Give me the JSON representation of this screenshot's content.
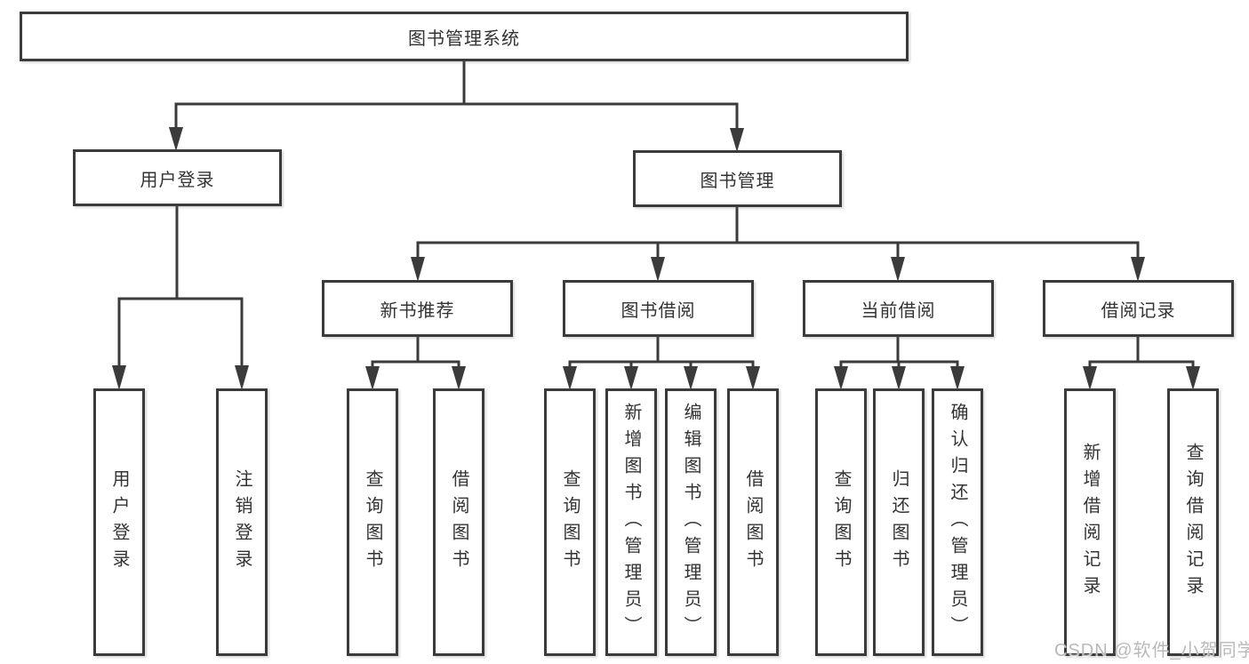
{
  "diagram": {
    "root": {
      "label": "图书管理系统"
    },
    "tree": [
      {
        "label": "用户登录",
        "children": [
          {
            "label": "用户登录"
          },
          {
            "label": "注销登录"
          }
        ]
      },
      {
        "label": "图书管理",
        "children": [
          {
            "label": "新书推荐",
            "children": [
              {
                "label": "查询图书"
              },
              {
                "label": "借阅图书"
              }
            ]
          },
          {
            "label": "图书借阅",
            "children": [
              {
                "label": "查询图书"
              },
              {
                "label": "新增图书（管理员）"
              },
              {
                "label": "编辑图书（管理员）"
              },
              {
                "label": "借阅图书"
              }
            ]
          },
          {
            "label": "当前借阅",
            "children": [
              {
                "label": "查询图书"
              },
              {
                "label": "归还图书"
              },
              {
                "label": "确认归还（管理员）"
              }
            ]
          },
          {
            "label": "借阅记录",
            "children": [
              {
                "label": "新增借阅记录"
              },
              {
                "label": "查询借阅记录"
              }
            ]
          }
        ]
      }
    ],
    "line_color": "#3b3b3b",
    "watermark": "CSDN @软件_小贺同学"
  }
}
